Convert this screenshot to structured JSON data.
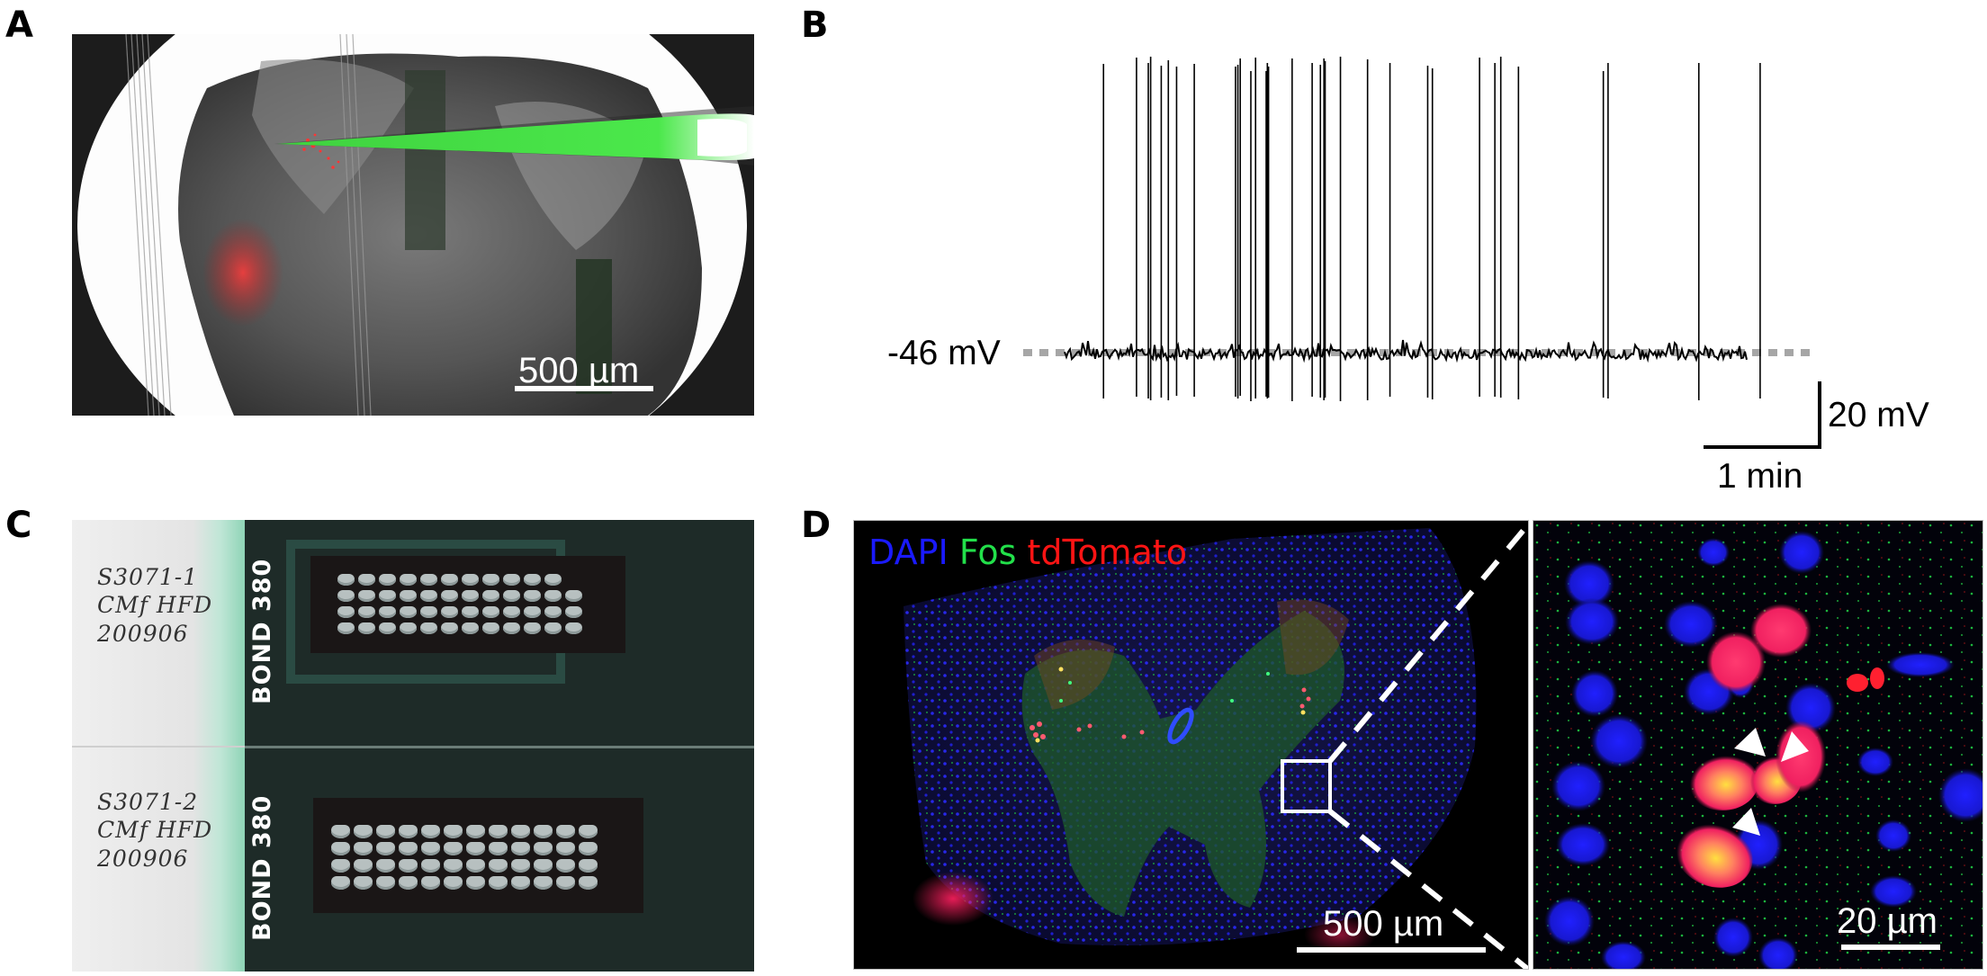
{
  "figure": {
    "panels": {
      "A": {
        "letter": "A",
        "description": "Brightfield + fluorescence image of slice with recording pipette",
        "scale_bar_label": "500 µm",
        "colors": {
          "pipette": "#35e035",
          "tdtomato": "#e02828",
          "tissue": "#555555"
        }
      },
      "B": {
        "letter": "B",
        "baseline_label": "-46 mV",
        "scale_bar_vertical_label": "20 mV",
        "scale_bar_horizontal_label": "1 min",
        "baseline_color": "#a6a6a6",
        "trace_color": "#000000"
      },
      "C": {
        "letter": "C",
        "slides": [
          {
            "label_lines": [
              "S3071-1",
              "CMf HFD",
              "200906"
            ],
            "brand": "BOND 380",
            "section_rows": [
              11,
              12,
              12,
              12
            ]
          },
          {
            "label_lines": [
              "S3071-2",
              "CMf HFD",
              "200906"
            ],
            "brand": "BOND 380",
            "section_rows": [
              12,
              12,
              12,
              12
            ]
          }
        ]
      },
      "D": {
        "letter": "D",
        "stain_labels": [
          {
            "text": "DAPI",
            "color": "#1a1aff"
          },
          {
            "text": "Fos",
            "color": "#22e04a"
          },
          {
            "text": "tdTomato",
            "color": "#ff1414"
          }
        ],
        "main_scale_bar_label": "500 µm",
        "inset_scale_bar_label": "20 µm",
        "arrowhead_count": 3
      }
    }
  },
  "chart_data": {
    "type": "line",
    "title": "",
    "xlabel": "Time (scale bar: 1 min)",
    "ylabel": "Membrane potential (scale bar: 20 mV)",
    "baseline_mV": -46,
    "annotations": [
      "-46 mV",
      "20 mV",
      "1 min"
    ],
    "grid": false,
    "approx_duration_min": 5.8,
    "spike_count": 34,
    "spike_times_min": [
      0.33,
      0.61,
      0.71,
      0.73,
      0.82,
      0.88,
      0.95,
      1.1,
      1.45,
      1.47,
      1.49,
      1.58,
      1.62,
      1.71,
      1.72,
      1.73,
      1.93,
      2.1,
      2.17,
      2.2,
      2.21,
      2.34,
      2.57,
      2.76,
      3.08,
      3.12,
      3.52,
      3.65,
      3.7,
      3.85,
      4.57,
      4.61,
      5.38,
      5.9
    ]
  }
}
